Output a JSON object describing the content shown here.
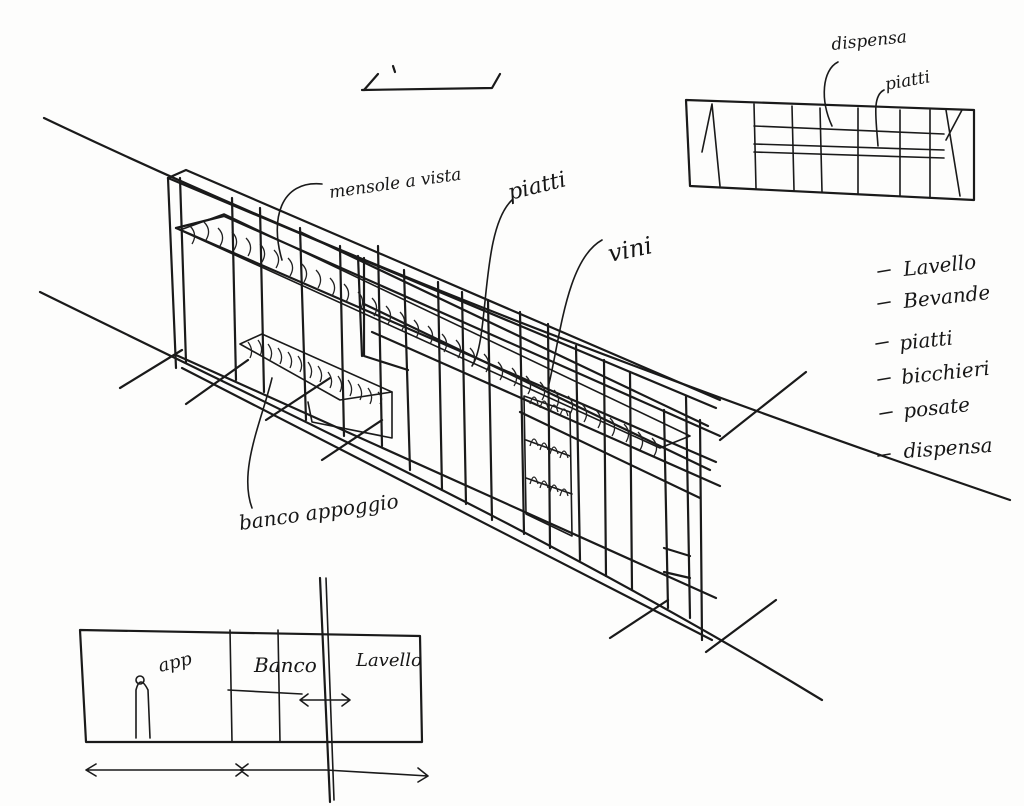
{
  "labels": {
    "top_elevation_dispensa": "dispensa",
    "top_elevation_piatti": "piatti",
    "persp_mensola": "mensole a vista",
    "persp_piatti": "piatti",
    "persp_vini": "vini",
    "persp_banco": "banco appoggio",
    "plan_app": "app",
    "plan_banco": "Banco",
    "plan_lavello": "Lavello"
  },
  "list_items": [
    "Lavello",
    "Bevande",
    "piatti",
    "bicchieri",
    "posate",
    "dispensa"
  ],
  "colors": {
    "ink": "#1a1a1a",
    "paper": "#fdfdfc"
  }
}
